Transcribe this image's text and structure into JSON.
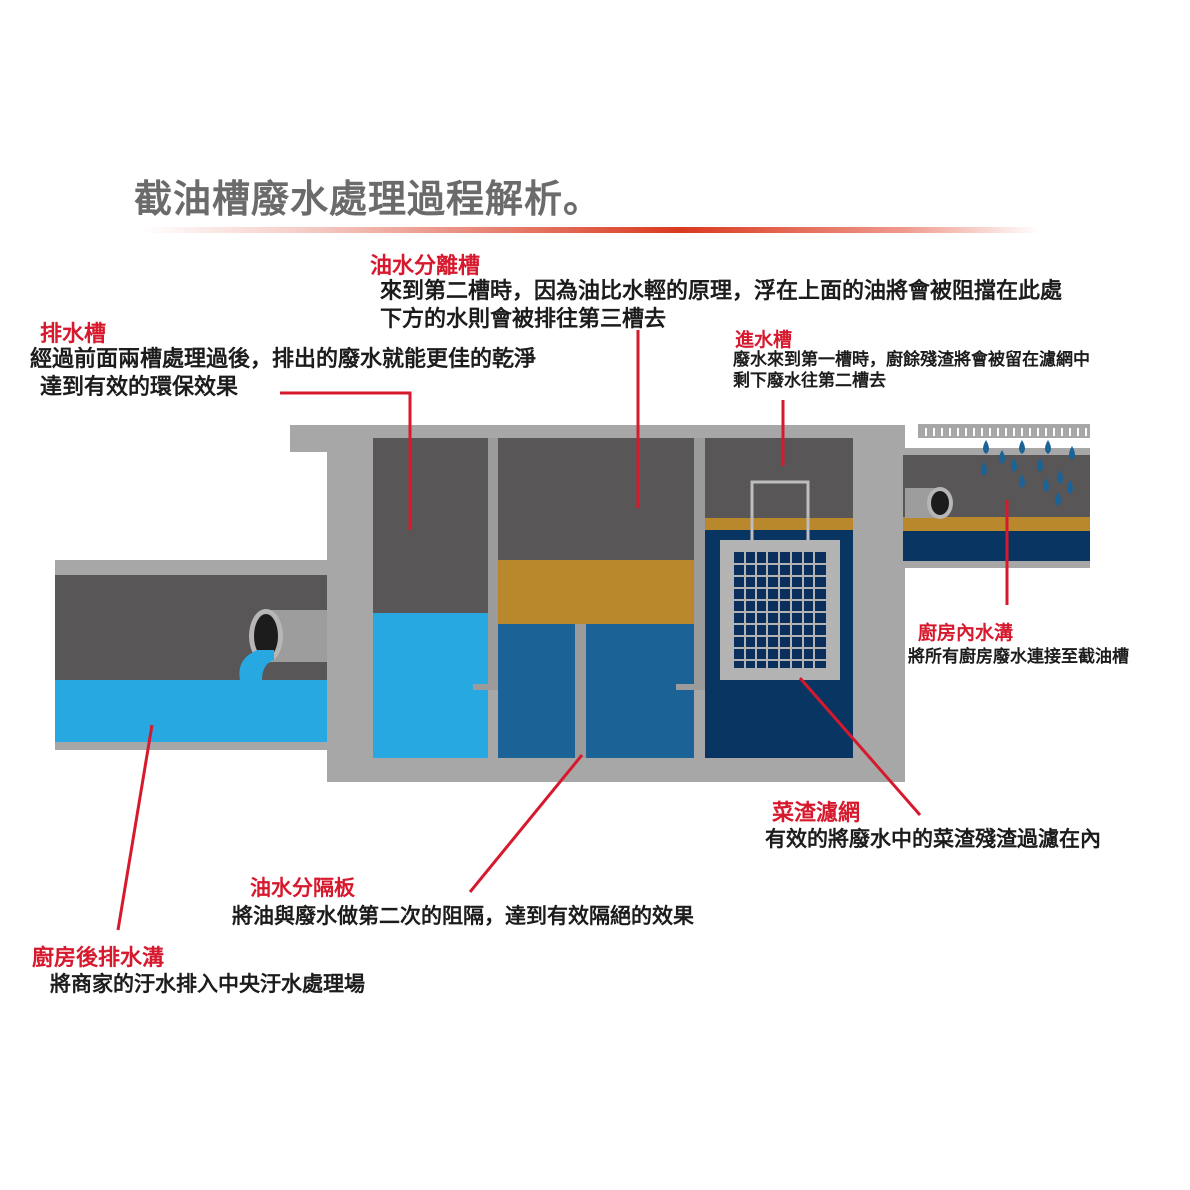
{
  "title": "截油槽廢水處理過程解析。",
  "colors": {
    "accent_red": "#d7192e",
    "concrete": "#a7a7a7",
    "dark_gray": "#585657",
    "light_blue": "#28a8e0",
    "mid_blue": "#1b6396",
    "navy": "#083562",
    "oil": "#b9872c"
  },
  "labels": {
    "separator_tank": {
      "heading": "油水分離槽",
      "lines": [
        "來到第二槽時，因為油比水輕的原理，浮在上面的油將會被阻擋在此處",
        "下方的水則會被排往第三槽去"
      ]
    },
    "drain_tank": {
      "heading": "排水槽",
      "lines": [
        "經過前面兩槽處理過後，排出的廢水就能更佳的乾淨",
        "達到有效的環保效果"
      ]
    },
    "inlet_tank": {
      "heading": "進水槽",
      "lines": [
        "廢水來到第一槽時，廚餘殘渣將會被留在濾網中",
        "剩下廢水往第二槽去"
      ]
    },
    "kitchen_inner_drain": {
      "heading": "廚房內水溝",
      "lines": [
        "將所有廚房廢水連接至截油槽"
      ]
    },
    "food_filter": {
      "heading": "菜渣濾網",
      "lines": [
        "有效的將廢水中的菜渣殘渣過濾在內"
      ]
    },
    "partition": {
      "heading": "油水分隔板",
      "lines": [
        "將油與廢水做第二次的阻隔，達到有效隔絕的效果"
      ]
    },
    "rear_drain": {
      "heading": "廚房後排水溝",
      "lines": [
        "將商家的汙水排入中央汙水處理場"
      ]
    }
  }
}
